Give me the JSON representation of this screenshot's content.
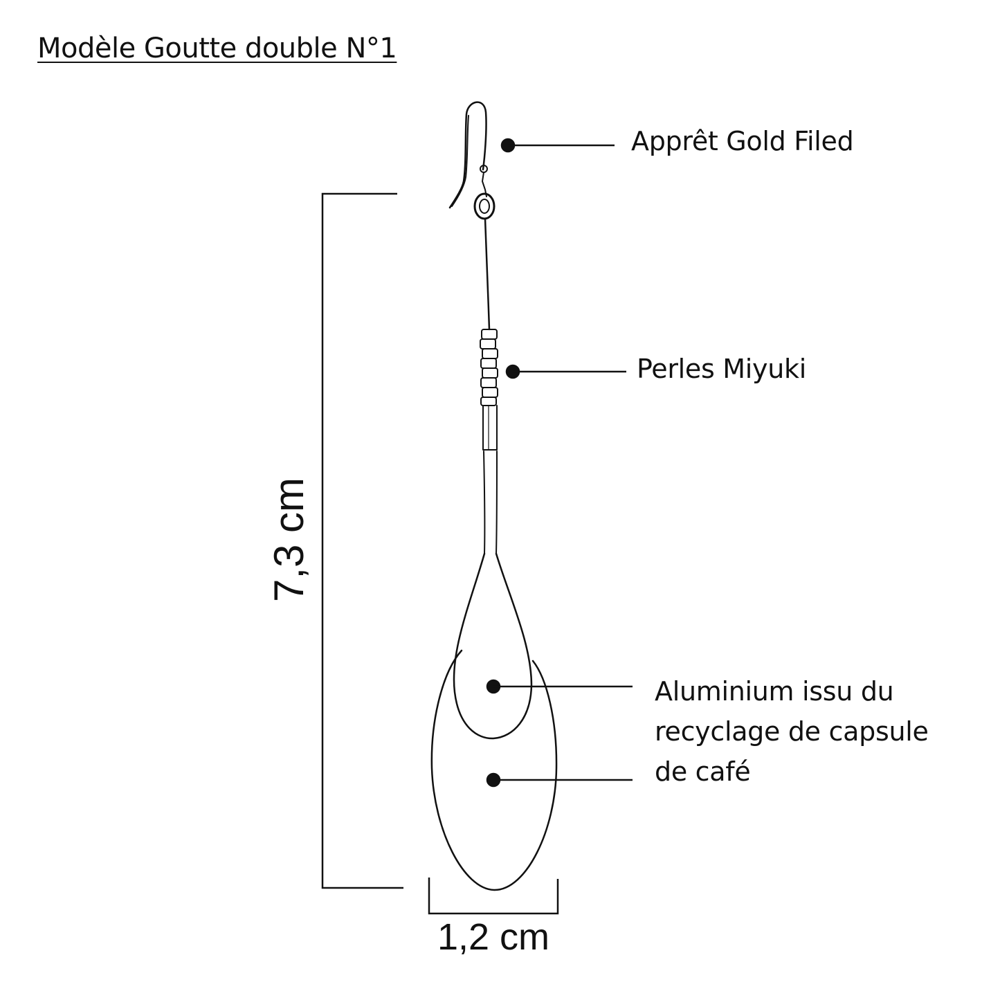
{
  "title": "Modèle Goutte double N°1",
  "labels": {
    "hook": "Apprêt Gold Filed",
    "beads": "Perles Miyuki",
    "aluminium": [
      "Aluminium issu du",
      "recyclage de capsule",
      "de café"
    ]
  },
  "dimensions": {
    "height": "7,3 cm",
    "width": "1,2 cm"
  },
  "colors": {
    "ink": "#111111",
    "background": "#ffffff"
  }
}
